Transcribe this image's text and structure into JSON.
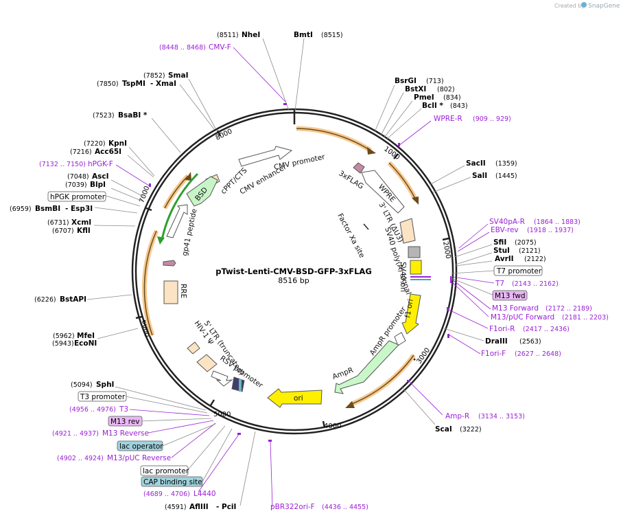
{
  "credit": {
    "prefix": "Created by",
    "brand": "SnapGene"
  },
  "plasmid": {
    "name": "pTwist-Lenti-CMV-BSD-GFP-3xFLAG",
    "size": "8516 bp"
  },
  "ticks": [
    "1000",
    "2000",
    "3000",
    "4000",
    "5000",
    "6000",
    "7000",
    "8000"
  ],
  "sites": [
    {
      "pos": "(8511)",
      "name": "NheI"
    },
    {
      "name": "BmtI",
      "pos": "(8515)"
    },
    {
      "name": "BsrGI",
      "pos": "(713)"
    },
    {
      "name": "BstXI",
      "pos": "(802)"
    },
    {
      "name": "PmeI",
      "pos": "(834)"
    },
    {
      "name": "BclI *",
      "pos": "(843)"
    },
    {
      "name": "SacII",
      "pos": "(1359)"
    },
    {
      "name": "SalI",
      "pos": "(1445)"
    },
    {
      "name": "SfiI",
      "pos": "(2075)"
    },
    {
      "name": "StuI",
      "pos": "(2121)"
    },
    {
      "name": "AvrII",
      "pos": "(2122)"
    },
    {
      "name": "DraIII",
      "pos": "(2563)"
    },
    {
      "name": "ScaI",
      "pos": "(3222)"
    },
    {
      "pos": "(4591)",
      "name": "AflIII",
      "extra": "- PciI"
    },
    {
      "pos": "(5094)",
      "name": "SphI"
    },
    {
      "pos": "(5962)",
      "name": "MfeI"
    },
    {
      "pos": "(5943)",
      "name": "EcoNI"
    },
    {
      "pos": "(6226)",
      "name": "BstAPI"
    },
    {
      "pos": "(6731)",
      "name": "XcmI"
    },
    {
      "pos": "(6707)",
      "name": "KflI"
    },
    {
      "pos": "(6959)",
      "name": "BsmBI",
      "extra": "- Esp3I"
    },
    {
      "pos": "(7048)",
      "name": "AscI"
    },
    {
      "pos": "(7039)",
      "name": "BlpI"
    },
    {
      "pos": "(7220)",
      "name": "KpnI"
    },
    {
      "pos": "(7216)",
      "name": "Acc65I"
    },
    {
      "pos": "(7523)",
      "name": "BsaBI *"
    },
    {
      "pos": "(7852)",
      "name": "SmaI"
    },
    {
      "pos": "(7850)",
      "name": "TspMI",
      "extra": "- XmaI"
    }
  ],
  "primers": [
    {
      "range": "(8448 .. 8468)",
      "name": "CMV-F"
    },
    {
      "name": "WPRE-R",
      "range": "(909 .. 929)"
    },
    {
      "name": "SV40pA-R",
      "range": "(1864 .. 1883)"
    },
    {
      "name": "EBV-rev",
      "range": "(1918 .. 1937)"
    },
    {
      "name": "T7",
      "range": "(2143 .. 2162)"
    },
    {
      "name": "M13 Forward",
      "range": "(2172 .. 2189)"
    },
    {
      "name": "M13/pUC Forward",
      "range": "(2181 .. 2203)"
    },
    {
      "name": "F1ori-R",
      "range": "(2417 .. 2436)"
    },
    {
      "name": "F1ori-F",
      "range": "(2627 .. 2648)"
    },
    {
      "name": "Amp-R",
      "range": "(3134 .. 3153)"
    },
    {
      "name": "pBR322ori-F",
      "range": "(4436 .. 4455)"
    },
    {
      "range": "(4689 .. 4706)",
      "name": "L4440"
    },
    {
      "range": "(4902 .. 4924)",
      "name": "M13/pUC Reverse"
    },
    {
      "range": "(4921 .. 4937)",
      "name": "M13 Reverse"
    },
    {
      "range": "(4956 .. 4976)",
      "name": "T3"
    },
    {
      "range": "(7132 .. 7150)",
      "name": "hPGK-F"
    }
  ],
  "boxed_labels": {
    "t7_promoter": "T7 promoter",
    "m13_fwd": "M13 fwd",
    "t3_promoter": "T3 promoter",
    "m13_rev": "M13 rev",
    "lac_operator": "lac operator",
    "lac_promoter": "lac promoter",
    "cap_site": "CAP binding site",
    "hpgk_promoter": "hPGK promoter"
  },
  "features": {
    "cmv_promoter": "CMV promoter",
    "cmv_enhancer": "CMV enhancer",
    "cppt": "cPPT/CTS",
    "bsd": "BSD",
    "flag": "3xFLAG",
    "wpre": "WPRE",
    "ltr3": "3' LTR (ΔU3)",
    "factor_xa": "Factor Xa site",
    "sv40_polya": "SV40 poly(A) signal",
    "sv40_ori": "SV40 ori",
    "f1_ori": "f1 ori",
    "ampr_promoter": "AmpR promoter",
    "ampr": "AmpR",
    "ori": "ori",
    "rsv_promoter": "RSV promoter",
    "ltr5": "5' LTR (truncated)",
    "hiv_psi": "HIV-1 Ψ",
    "rre": "RRE",
    "gp41": "gp41 peptide"
  },
  "colors": {
    "backbone": "#222222",
    "primer": "#9a1fd6",
    "orf_orange": "#f3a64b",
    "bsd_green": "#2e9e2e",
    "ori_yellow": "#ffef00",
    "ampr_green": "#c9f7c9"
  }
}
